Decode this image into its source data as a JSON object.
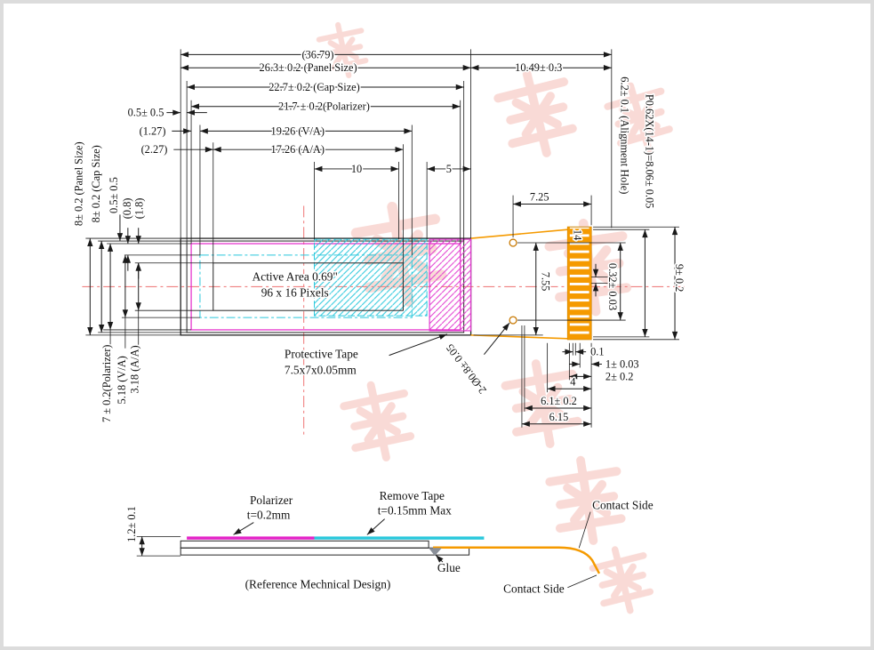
{
  "main_view": {
    "top_dims": {
      "overall": "(36.79)",
      "panel_size_w": "26.3± 0.2 (Panel Size)",
      "fpc_len": "10.49± 0.3",
      "cap_size_w": "22.7± 0.2 (Cap Size)",
      "polarizer_w": "21.7 ± 0.2(Polarizer)",
      "edge_offset": "0.5± 0.5",
      "d_1_27": "(1.27)",
      "va_w": "19.26 (V/A)",
      "d_2_27": "(2.27)",
      "aa_w": "17.26 (A/A)",
      "d_10": "10",
      "d_5": "5"
    },
    "left_dims": {
      "panel_size_h": "8± 0.2 (Panel Size)",
      "cap_size_h": "8± 0.2 (Cap Size)",
      "edge_offset_v": "0.5± 0.5",
      "d_0_8": "(0.8)",
      "d_1_8": "(1.8)",
      "aa_h": "3.18 (A/A)",
      "va_h": "5.18 (V/A)",
      "polarizer_h": "7 ± 0.2(Polarizer)"
    },
    "right_dims": {
      "d_7_25": "7.25",
      "d_7_55": "7.55",
      "pin_count": "14",
      "alignment_hole": "6.2± 0.1 (Alignment Hole)",
      "pin_pitch": "P0.62X(14-1)=8.06± 0.05",
      "pin_width": "0.32± 0.03",
      "fpc_height": "9± 0.2",
      "d_0_1": "0.1",
      "d_1": "1± 0.03",
      "d_2": "2± 0.2",
      "d_4": "4",
      "d_6_1": "6.1± 0.2",
      "d_6_15": "6.15",
      "hole_dia": "2-Ø0.8± 0.05"
    },
    "active_area": {
      "line1": "Active Area 0.69\"",
      "line2": "96 x 16 Pixels"
    },
    "protective_tape": {
      "line1": "Protective Tape",
      "line2": "7.5x7x0.05mm"
    }
  },
  "side_view": {
    "thickness": "1.2± 0.1",
    "polarizer": "Polarizer",
    "polarizer_thickness": "t=0.2mm",
    "remove_tape": "Remove Tape",
    "remove_tape_thickness": "t=0.15mm Max",
    "glue": "Glue",
    "contact_side_top": "Contact Side",
    "contact_side_bottom": "Contact Side",
    "caption": "(Reference Mechnical Design)"
  },
  "colors": {
    "polarizer_magenta": "#e423c8",
    "tape_cyan": "#2ac8dc",
    "fpc_orange": "#f59a00",
    "centerline_red": "#f08080",
    "watermark_pink": "#f3b5ac"
  }
}
